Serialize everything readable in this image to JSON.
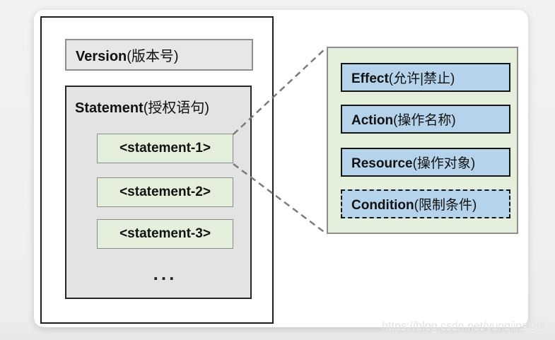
{
  "page": {
    "watermark": "https://blog.csdn.net/yunqiinsight"
  },
  "policy": {
    "version": {
      "name": "Version",
      "annotation": "(版本号)"
    },
    "statement": {
      "name": "Statement",
      "annotation": "(授权语句)",
      "items": [
        "<statement-1>",
        "<statement-2>",
        "<statement-3>"
      ],
      "ellipsis": "..."
    }
  },
  "statement_detail": {
    "fields": [
      {
        "name": "Effect",
        "annotation": "(允许|禁止)",
        "border": "solid"
      },
      {
        "name": "Action",
        "annotation": "(操作名称)",
        "border": "solid"
      },
      {
        "name": "Resource",
        "annotation": "(操作对象)",
        "border": "solid"
      },
      {
        "name": "Condition",
        "annotation": "(限制条件)",
        "border": "dashed"
      }
    ]
  },
  "colors": {
    "page_bg": "#f0f0f0",
    "card_bg": "#ffffff",
    "gray_box_bg": "#e5e5e5",
    "green_bg": "#e4f0db",
    "blue_bg": "#b5d3eb",
    "dark_border": "#1d1d1d",
    "gray_border": "#8f8f8f",
    "connector": "#7b7b7b"
  }
}
